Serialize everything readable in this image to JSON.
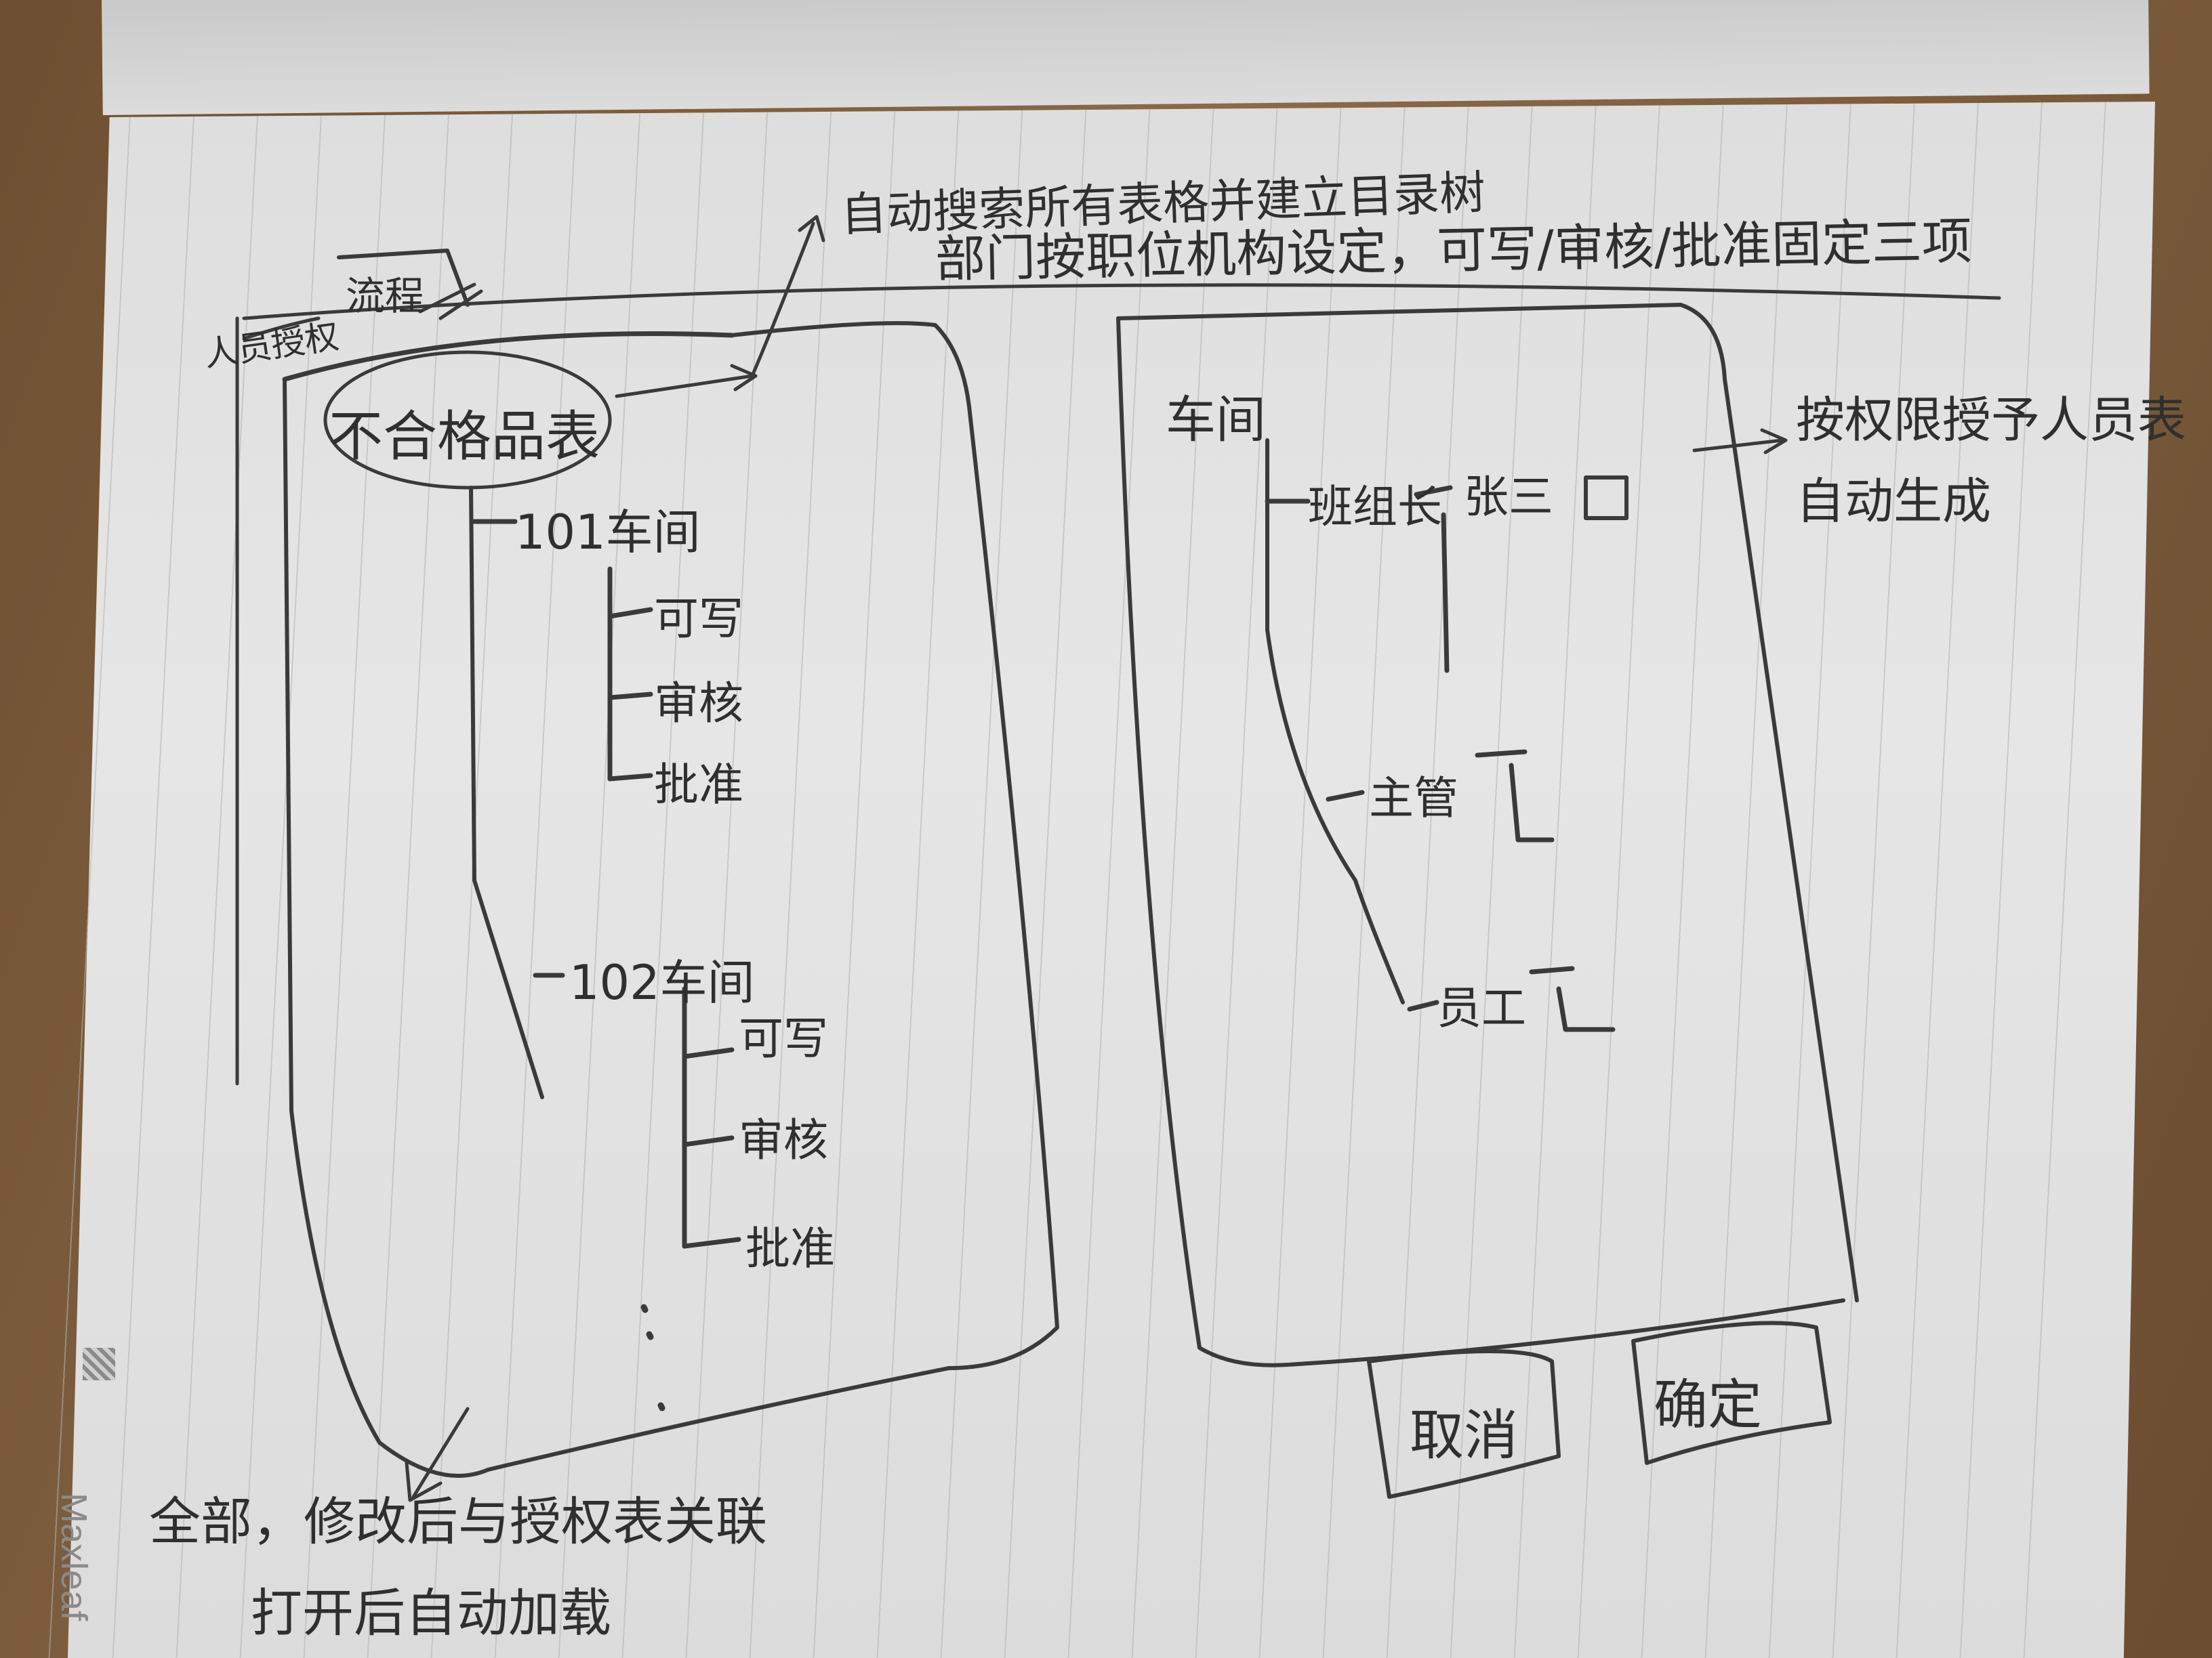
{
  "left_panel": {
    "tab_back_label": "人员授权",
    "tab_front_label": "流程",
    "root_label": "不合格品表",
    "branches": [
      {
        "label": "101车间",
        "children": [
          "可写",
          "审核",
          "批准"
        ]
      },
      {
        "label": "102车间",
        "children": [
          "可写",
          "审核",
          "批准"
        ]
      }
    ],
    "ellipsis": "⋮"
  },
  "right_panel": {
    "root_label": "车间",
    "nodes": [
      "班组长",
      "张三",
      "主管",
      "员工"
    ]
  },
  "buttons": {
    "cancel_label": "取消",
    "confirm_label": "确定"
  },
  "notes": {
    "top_line1": "自动搜索所有表格并建立目录树",
    "top_line2": "部门按职位机构设定，可写/审核/批准固定三项",
    "right": "按权限授予人员表自动生成",
    "bottom_line1": "全部，修改后与授权表关联",
    "bottom_line2": "打开后自动加载"
  },
  "brand": "Maxleaf"
}
